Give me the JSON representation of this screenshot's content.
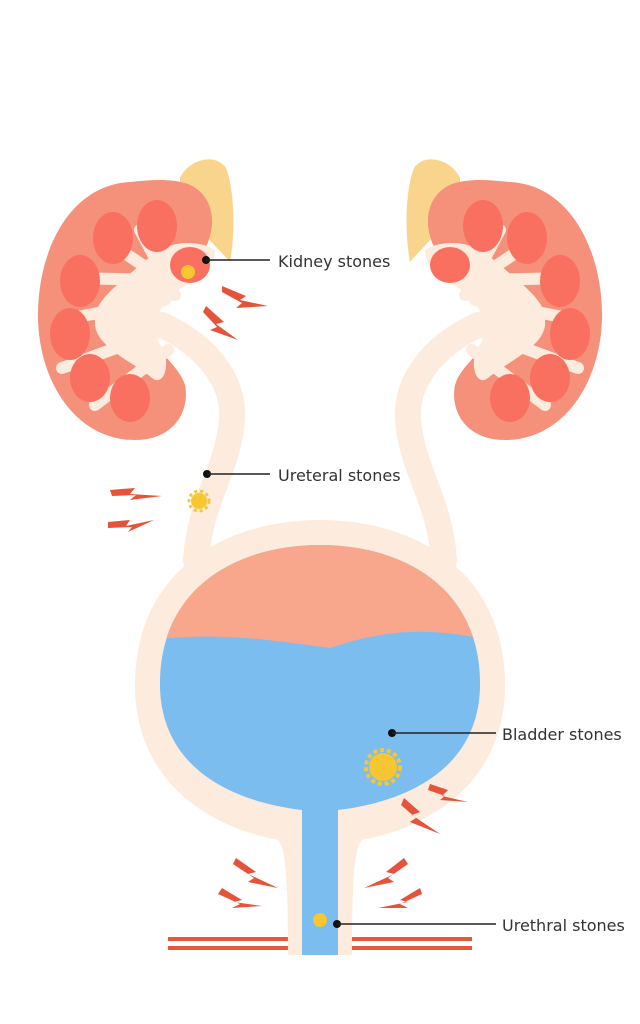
{
  "labels": {
    "kidney": "Kidney stones",
    "ureteral": "Ureteral stones",
    "bladder": "Bladder stones",
    "urethral": "Urethral stones"
  },
  "colors": {
    "kidney_outer": "#F5907A",
    "kidney_inner": "#F97060",
    "pelvis": "#FDEBDD",
    "adrenal": "#F9D48C",
    "bladder_top": "#F8A68C",
    "urine": "#7CBDF0",
    "stone": "#F8C630",
    "pain_bolt": "#E5533B",
    "floor_line": "#E8563C"
  }
}
